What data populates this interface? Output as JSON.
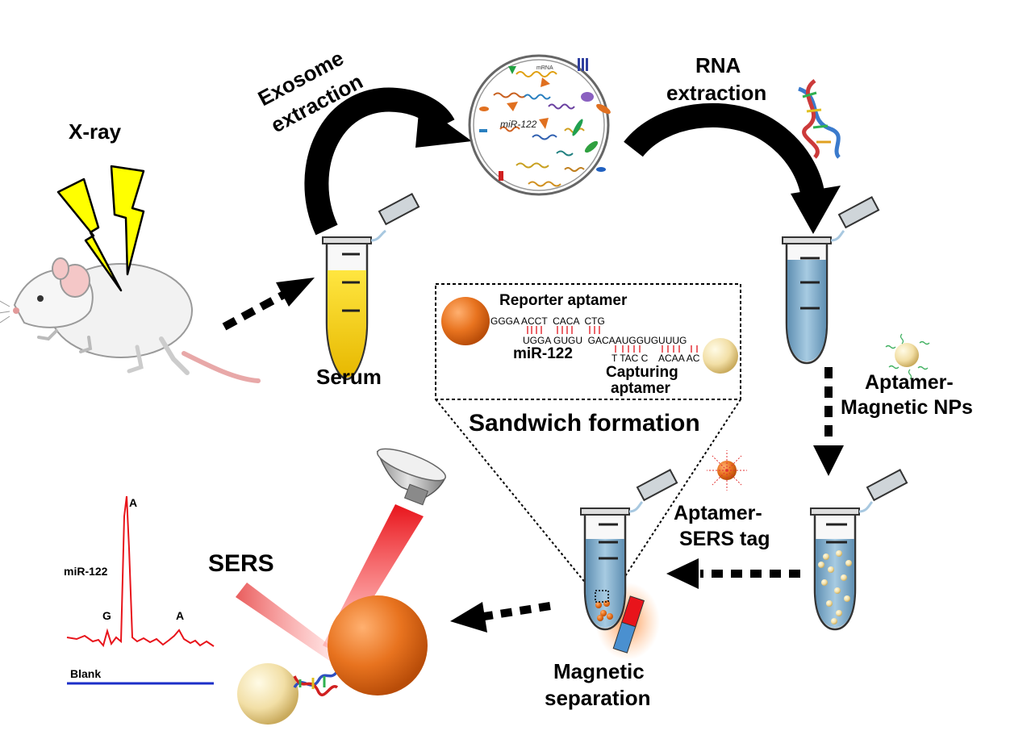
{
  "labels": {
    "xray": "X-ray",
    "exosome_line1": "Exosome",
    "exosome_line2": "extraction",
    "rna_line1": "RNA",
    "rna_line2": "extraction",
    "serum": "Serum",
    "aptamer_mag_line1": "Aptamer-",
    "aptamer_mag_line2": "Magnetic NPs",
    "aptamer_sers_line1": "Aptamer-",
    "aptamer_sers_line2": "SERS tag",
    "magnetic_line1": "Magnetic",
    "magnetic_line2": "separation",
    "sandwich": "Sandwich formation",
    "sers": "SERS"
  },
  "exosome": {
    "mirna": "miR-122",
    "mrna": "mRNA"
  },
  "inset": {
    "reporter": "Reporter aptamer",
    "seq_top": "GGGA ACCT  CACA  CTG",
    "seq_mid": "UGGA GUGU  GACAAUGGUGUUUG",
    "seq_bottom": "T TAC C    ACAA AC",
    "mirna": "miR-122",
    "capturing_line1": "Capturing",
    "capturing_line2": "aptamer"
  },
  "spectrum": {
    "series_label": "miR-122",
    "blank_label": "Blank",
    "peaks": [
      "G",
      "A",
      "A"
    ]
  },
  "colors": {
    "serum": "#f5d000",
    "buffer": "#8fb8d4",
    "reporter_particle": "#e06a1c",
    "capture_particle": "#f0dfa8",
    "laser": "#e8141b",
    "spectrum_line": "#e8141b",
    "blank_line": "#1c2fc8"
  }
}
